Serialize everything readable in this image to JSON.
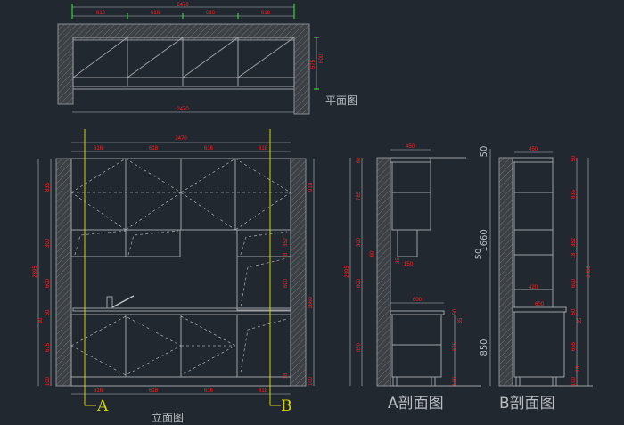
{
  "titles": {
    "plan": "平面图",
    "elevation": "立面图",
    "section_a": "A剖面图",
    "section_b": "B剖面图",
    "marker_a": "A",
    "marker_b": "B"
  },
  "plan": {
    "total": "2470",
    "bottom_total": "2470",
    "segments": [
      "618",
      "616",
      "616",
      "618"
    ],
    "depth": "575",
    "depth_outer": "600",
    "edge": "3"
  },
  "elevation": {
    "total": "2470",
    "top_segments": [
      "616",
      "618",
      "616",
      "618"
    ],
    "bottom_segments": [
      "616",
      "618",
      "616",
      "618"
    ],
    "left": [
      "835",
      "300",
      "600",
      "50",
      "675",
      "100"
    ],
    "left_total": "2395",
    "left_extra": "30",
    "right_top": "910",
    "right_total": "1660",
    "right_inner": [
      "352",
      "18",
      "600",
      "18"
    ],
    "right_bottom": "100"
  },
  "section_a": {
    "width": "450",
    "counter": "600",
    "total": "2395",
    "segments": [
      "60",
      "785",
      "300",
      "600",
      "850"
    ],
    "hood": "60",
    "hood_w": "150",
    "hood_off": "35",
    "lower": [
      "50",
      "35",
      "675",
      "100"
    ]
  },
  "section_b": {
    "width": "450",
    "counter": "600",
    "shelf": "420",
    "total": "2395",
    "segments": [
      "50",
      "835",
      "352",
      "18",
      "600",
      "50",
      "35",
      "655",
      "18",
      "100"
    ]
  },
  "middle_dims": [
    "50",
    "1660",
    "50",
    "850"
  ]
}
